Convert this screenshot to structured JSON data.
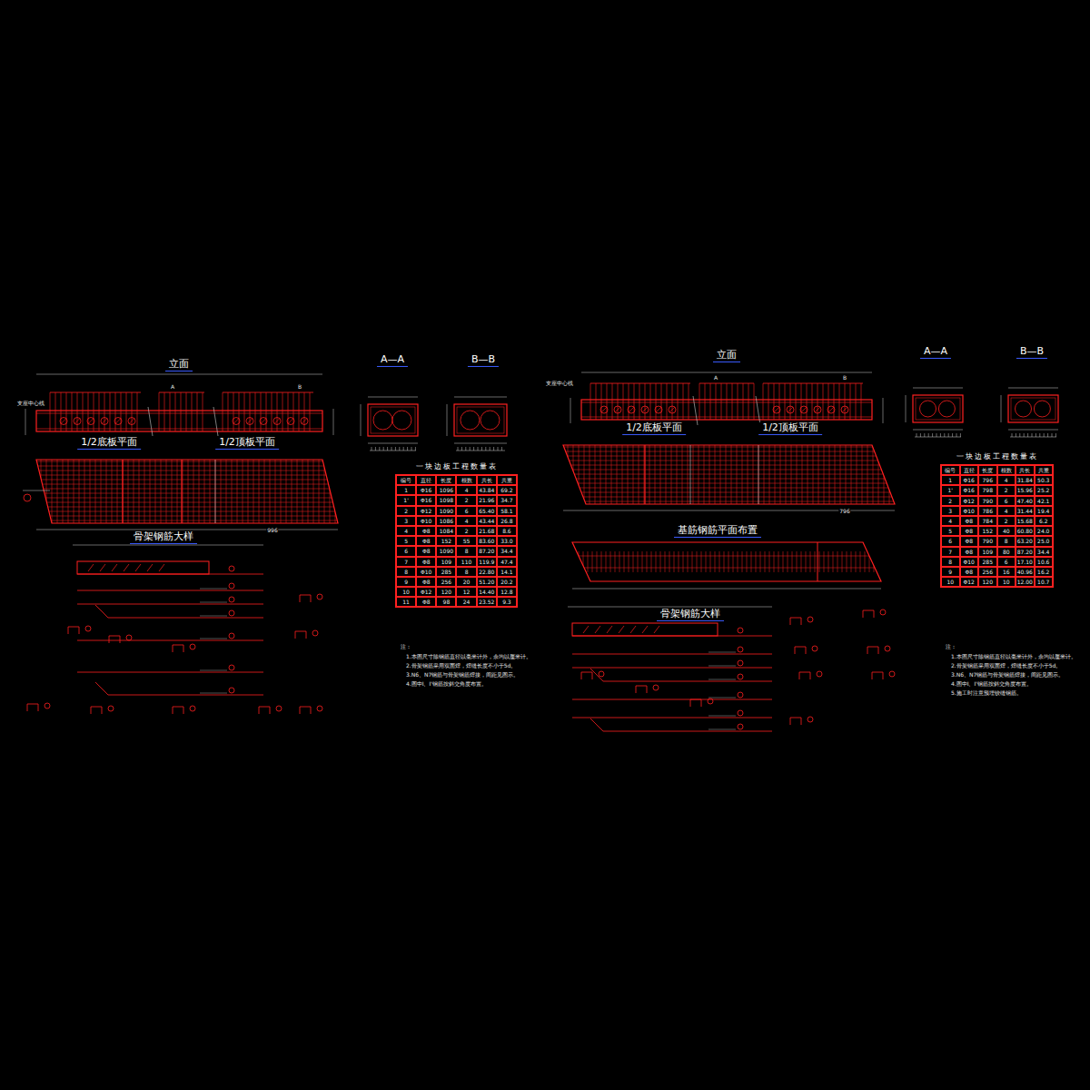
{
  "diagram": {
    "nodes": [
      {
        "text": [
          "一块边板工程数量表",
          "编号",
          "直径",
          "长度",
          "根数",
          "共长",
          "共重",
          "1",
          "Φ16",
          "1096",
          "4",
          "43.84",
          "69.2",
          "1'",
          "Φ16",
          "1098",
          "2",
          "21.96",
          "34.7",
          "2",
          "Φ12",
          "1090",
          "6",
          "65.40",
          "58.1",
          "3",
          "Φ10",
          "1086",
          "4",
          "43.44",
          "26.8",
          "4",
          "Φ8",
          "1084",
          "2",
          "21.68",
          "8.6",
          "5",
          "Φ8",
          "152",
          "55",
          "83.60",
          "33.0",
          "6",
          "Φ8",
          "1090",
          "8",
          "87.20",
          "34.4",
          "7",
          "Φ8",
          "109",
          "110",
          "119.9",
          "47.4",
          "8",
          "Φ10",
          "285",
          "8",
          "22.80",
          "14.1",
          "9",
          "Φ8",
          "256",
          "20",
          "51.20",
          "20.2",
          "10",
          "Φ12",
          "120",
          "12",
          "14.40",
          "12.8",
          "11",
          "Φ8",
          "98",
          "24",
          "23.52",
          "9.3"
        ]
      },
      {
        "text": [
          "一块边板工程数量表",
          "编号",
          "直径",
          "长度",
          "根数",
          "共长",
          "共重",
          "1",
          "Φ16",
          "796",
          "4",
          "31.84",
          "50.3",
          "1'",
          "Φ16",
          "798",
          "2",
          "15.96",
          "25.2",
          "2",
          "Φ12",
          "790",
          "6",
          "47.40",
          "42.1",
          "3",
          "Φ10",
          "786",
          "4",
          "31.44",
          "19.4",
          "4",
          "Φ8",
          "784",
          "2",
          "15.68",
          "6.2",
          "5",
          "Φ8",
          "152",
          "40",
          "60.80",
          "24.0",
          "6",
          "Φ8",
          "790",
          "8",
          "63.20",
          "25.0",
          "7",
          "Φ8",
          "109",
          "80",
          "87.20",
          "34.4",
          "8",
          "Φ10",
          "285",
          "6",
          "17.10",
          "10.6",
          "9",
          "Φ8",
          "256",
          "16",
          "40.96",
          "16.2",
          "10",
          "Φ12",
          "120",
          "10",
          "12.00",
          "10.7"
        ]
      }
    ],
    "labels": [
      "立面",
      "A",
      "B",
      "支座中心线",
      "1/2底板平面",
      "1/2顶板平面",
      "骨架钢筋大样",
      "A—A",
      "B—B",
      "注：",
      "1.本图尺寸除钢筋直径以毫米计外，余均以厘米计。",
      "2.骨架钢筋采用双面焊，焊缝长度不小于5d。",
      "3.N6、N7钢筋与骨架钢筋焊接，间距见图示。",
      "4.图中Ⅰ、Ⅰ'钢筋按斜交角度布置。",
      "立面",
      "A",
      "B",
      "支座中心线",
      "1/2底板平面",
      "1/2顶板平面",
      "基筋钢筋平面布置",
      "骨架钢筋大样",
      "A—A",
      "B—B",
      "注：",
      "1.本图尺寸除钢筋直径以毫米计外，余均以厘米计。",
      "2.骨架钢筋采用双面焊，焊缝长度不小于5d。",
      "3.N6、N7钢筋与骨架钢筋焊接，间距见图示。",
      "4.图中Ⅰ、Ⅰ'钢筋按斜交角度布置。",
      "5.施工时注意预埋铰缝钢筋。",
      "996",
      "796"
    ]
  }
}
